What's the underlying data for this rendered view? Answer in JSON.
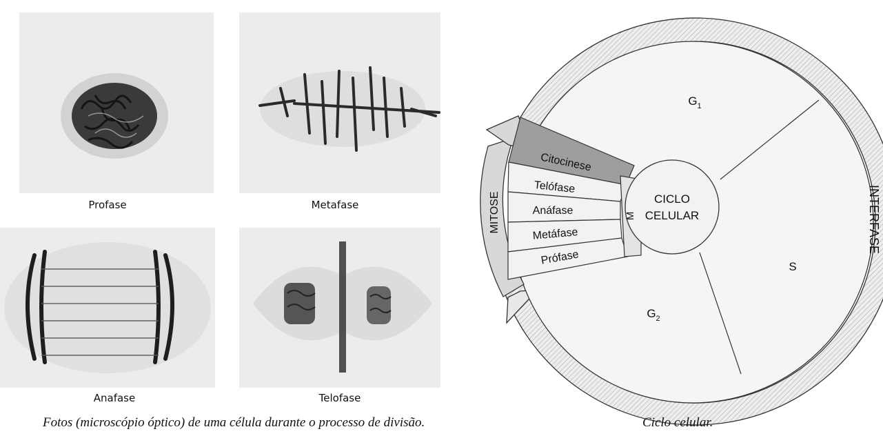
{
  "photos": {
    "profase": "Profase",
    "metafase": "Metafase",
    "anafase": "Anafase",
    "telofase": "Telofase",
    "caption": "Fotos (microscópio óptico) de uma célula durante o processo de divisão."
  },
  "cycle": {
    "center_line1": "CICLO",
    "center_line2": "CELULAR",
    "g1": "G",
    "g1_sub": "1",
    "g2": "G",
    "g2_sub": "2",
    "s": "S",
    "interfase": "INTERFASE",
    "mitose": "MITOSE",
    "m": "M",
    "stages": [
      "Citocinese",
      "Telófase",
      "Anáfase",
      "Metáfase",
      "Prófase"
    ],
    "caption": "Ciclo celular."
  }
}
